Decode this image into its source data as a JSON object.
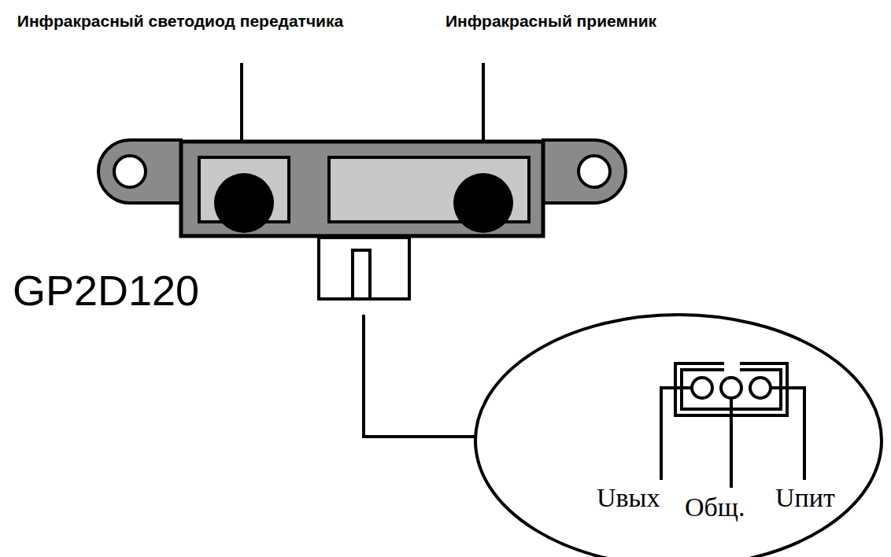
{
  "diagram": {
    "labels": [
      "Инфракрасный светодиод передатчика",
      "Инфракрасный приемник",
      "GP2D120",
      "Uвых",
      "Общ.",
      "Uпит"
    ]
  }
}
